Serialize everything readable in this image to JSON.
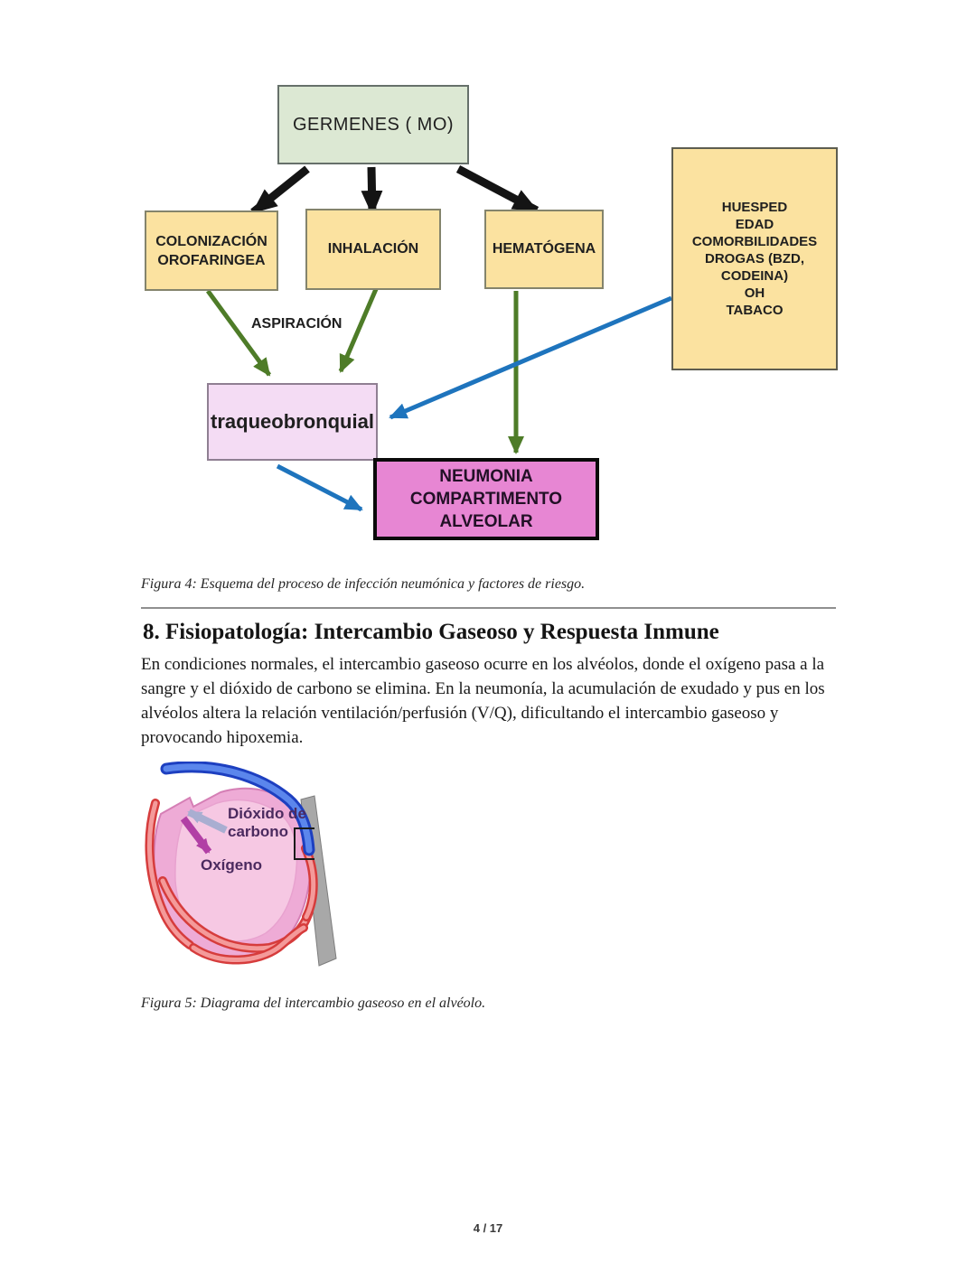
{
  "theme": {
    "box_green": "#dce8d3",
    "box_yellow": "#fbe2a0",
    "box_lavender": "#f4dcf4",
    "box_magenta": "#e786d3",
    "arrow_black": "#141414",
    "arrow_green": "#4e7c28",
    "arrow_blue": "#1e74bd",
    "label_purple": "#4b2a5f"
  },
  "figura4": {
    "caption": "Figura 4: Esquema del proceso de infección neumónica y factores de riesgo.",
    "nodes": {
      "germenes": "GERMENES ( MO)",
      "colonizacion": "COLONIZACIÓN\nOROFARINGEA",
      "inhalacion": "INHALACIÓN",
      "hematogena": "HEMATÓGENA",
      "huesped": "HUESPED\nEDAD\nCOMORBILIDADES\nDROGAS (BZD,\nCODEINA)\nOH\nTABACO",
      "aspiracion": "ASPIRACIÓN",
      "traqueobronquial": "traqueobronquial",
      "neumonia": "NEUMONIA\nCOMPARTIMENTO\nALVEOLAR"
    }
  },
  "section8": {
    "heading": "8. Fisiopatología: Intercambio Gaseoso y Respuesta Inmune",
    "paragraph": "En condiciones normales, el intercambio gaseoso ocurre en los alvéolos, donde el oxígeno pasa a la sangre y el dióxido de carbono se elimina. En la neumonía, la acumulación de exudado y pus en los alvéolos altera la relación ventilación/perfusión (V/Q), dificultando el intercambio gaseoso y provocando hipoxemia."
  },
  "figura5": {
    "caption": "Figura 5: Diagrama del intercambio gaseoso en el alvéolo.",
    "labels": {
      "co2": "Dióxido de\ncarbono",
      "o2": "Oxígeno"
    }
  },
  "footer": {
    "page_indicator": "4 / 17"
  }
}
